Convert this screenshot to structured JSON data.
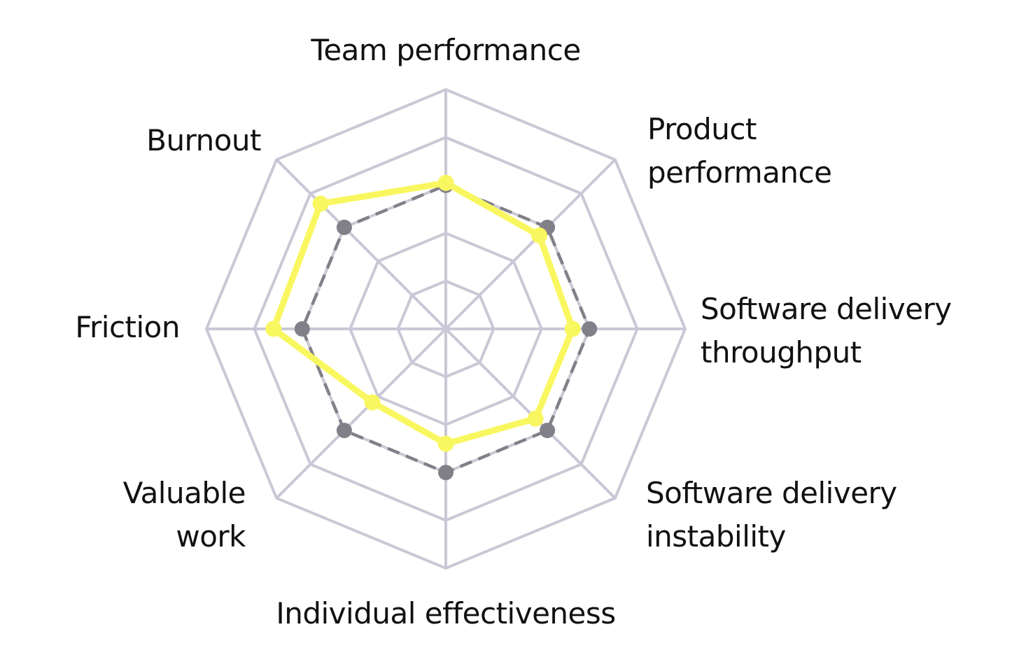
{
  "chart_data": {
    "type": "radar",
    "axes": [
      {
        "lines": [
          "Team performance"
        ]
      },
      {
        "lines": [
          "Product",
          "performance"
        ]
      },
      {
        "lines": [
          "Software delivery",
          "throughput"
        ]
      },
      {
        "lines": [
          "Software delivery",
          "instability"
        ]
      },
      {
        "lines": [
          "Individual effectiveness"
        ]
      },
      {
        "lines": [
          "Valuable",
          "work"
        ]
      },
      {
        "lines": [
          "Friction"
        ]
      },
      {
        "lines": [
          "Burnout"
        ]
      }
    ],
    "rings": 5,
    "range": [
      0,
      5
    ],
    "series": [
      {
        "values": [
          3.0,
          3.0,
          3.0,
          3.0,
          3.0,
          3.0,
          3.0,
          3.0
        ],
        "color": "#818088",
        "style": "dashed"
      },
      {
        "values": [
          3.05,
          2.76,
          2.65,
          2.65,
          2.4,
          2.17,
          3.6,
          3.7
        ],
        "color": "#f9f760",
        "style": "solid"
      }
    ],
    "grid_color": "#cac8d6"
  }
}
